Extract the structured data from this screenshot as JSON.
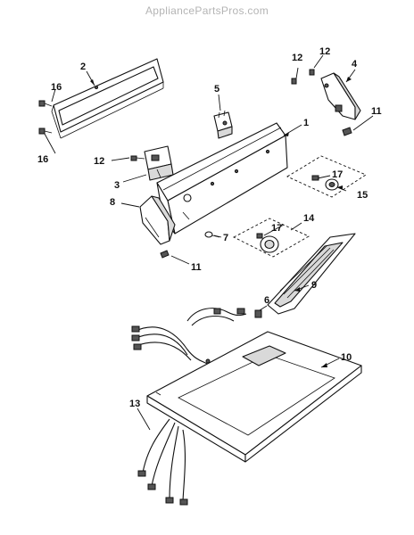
{
  "watermark": "AppliancePartsPros.com",
  "callouts": {
    "c1": "1",
    "c2": "2",
    "c3": "3",
    "c4": "4",
    "c5": "5",
    "c6": "6",
    "c7": "7",
    "c8": "8",
    "c9": "9",
    "c10": "10",
    "c11a": "11",
    "c11b": "11",
    "c12a": "12",
    "c12b": "12",
    "c12c": "12",
    "c13": "13",
    "c14": "14",
    "c15": "15",
    "c16a": "16",
    "c16b": "16",
    "c17a": "17",
    "c17b": "17"
  }
}
